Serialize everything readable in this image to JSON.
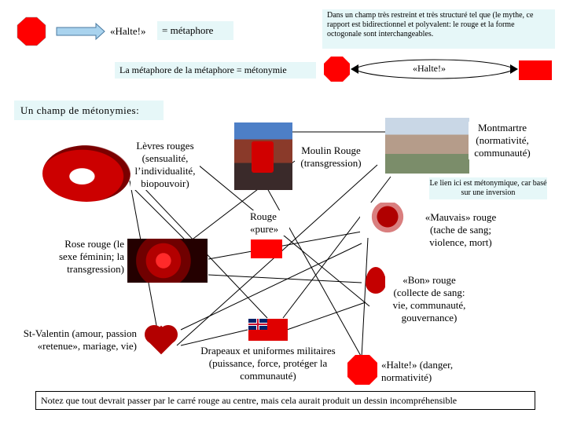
{
  "header": {
    "halte": "«Halte!»",
    "equals_metaphor": "= métaphore",
    "myth_note": "Dans un champ très restreint et très structuré tel que (le mythe, ce rapport est bidirectionnel et polyvalent: le rouge et la forme octogonale sont interchangeables.",
    "metonymy_def": "La métaphore de la métaphore = métonymie",
    "halte_right": "«Halte!»"
  },
  "field_title": "Un champ de métonymies:",
  "nodes": {
    "levres": "Lèvres rouges (sensualité, l’individualité, biopouvoir)",
    "moulin": "Moulin Rouge (transgression)",
    "montmartre": "Montmartre (normativité, communauté)",
    "inversion_note": "Le lien ici est métonymique, car basé sur une inversion",
    "rouge_pure": "Rouge «pure»",
    "mauvais": "«Mauvais» rouge (tache de sang; violence, mort)",
    "rose": "Rose rouge (le sexe féminin; la transgression)",
    "bon": "«Bon» rouge (collecte de sang: vie, communauté, gouvernance)",
    "stvalentin": "St-Valentin (amour, passion «retenue», mariage, vie)",
    "drapeaux": "Drapeaux et uniformes militaires (puissance, force, protéger la communauté)",
    "halte_danger": "«Halte!» (danger, normativité)"
  },
  "footer_note": "Notez que tout devrait passer par le carré rouge au centre, mais cela aurait produit un dessin incompréhensible",
  "colors": {
    "stop_red": "#ff0000",
    "box_bg": "#e6f7f8"
  }
}
